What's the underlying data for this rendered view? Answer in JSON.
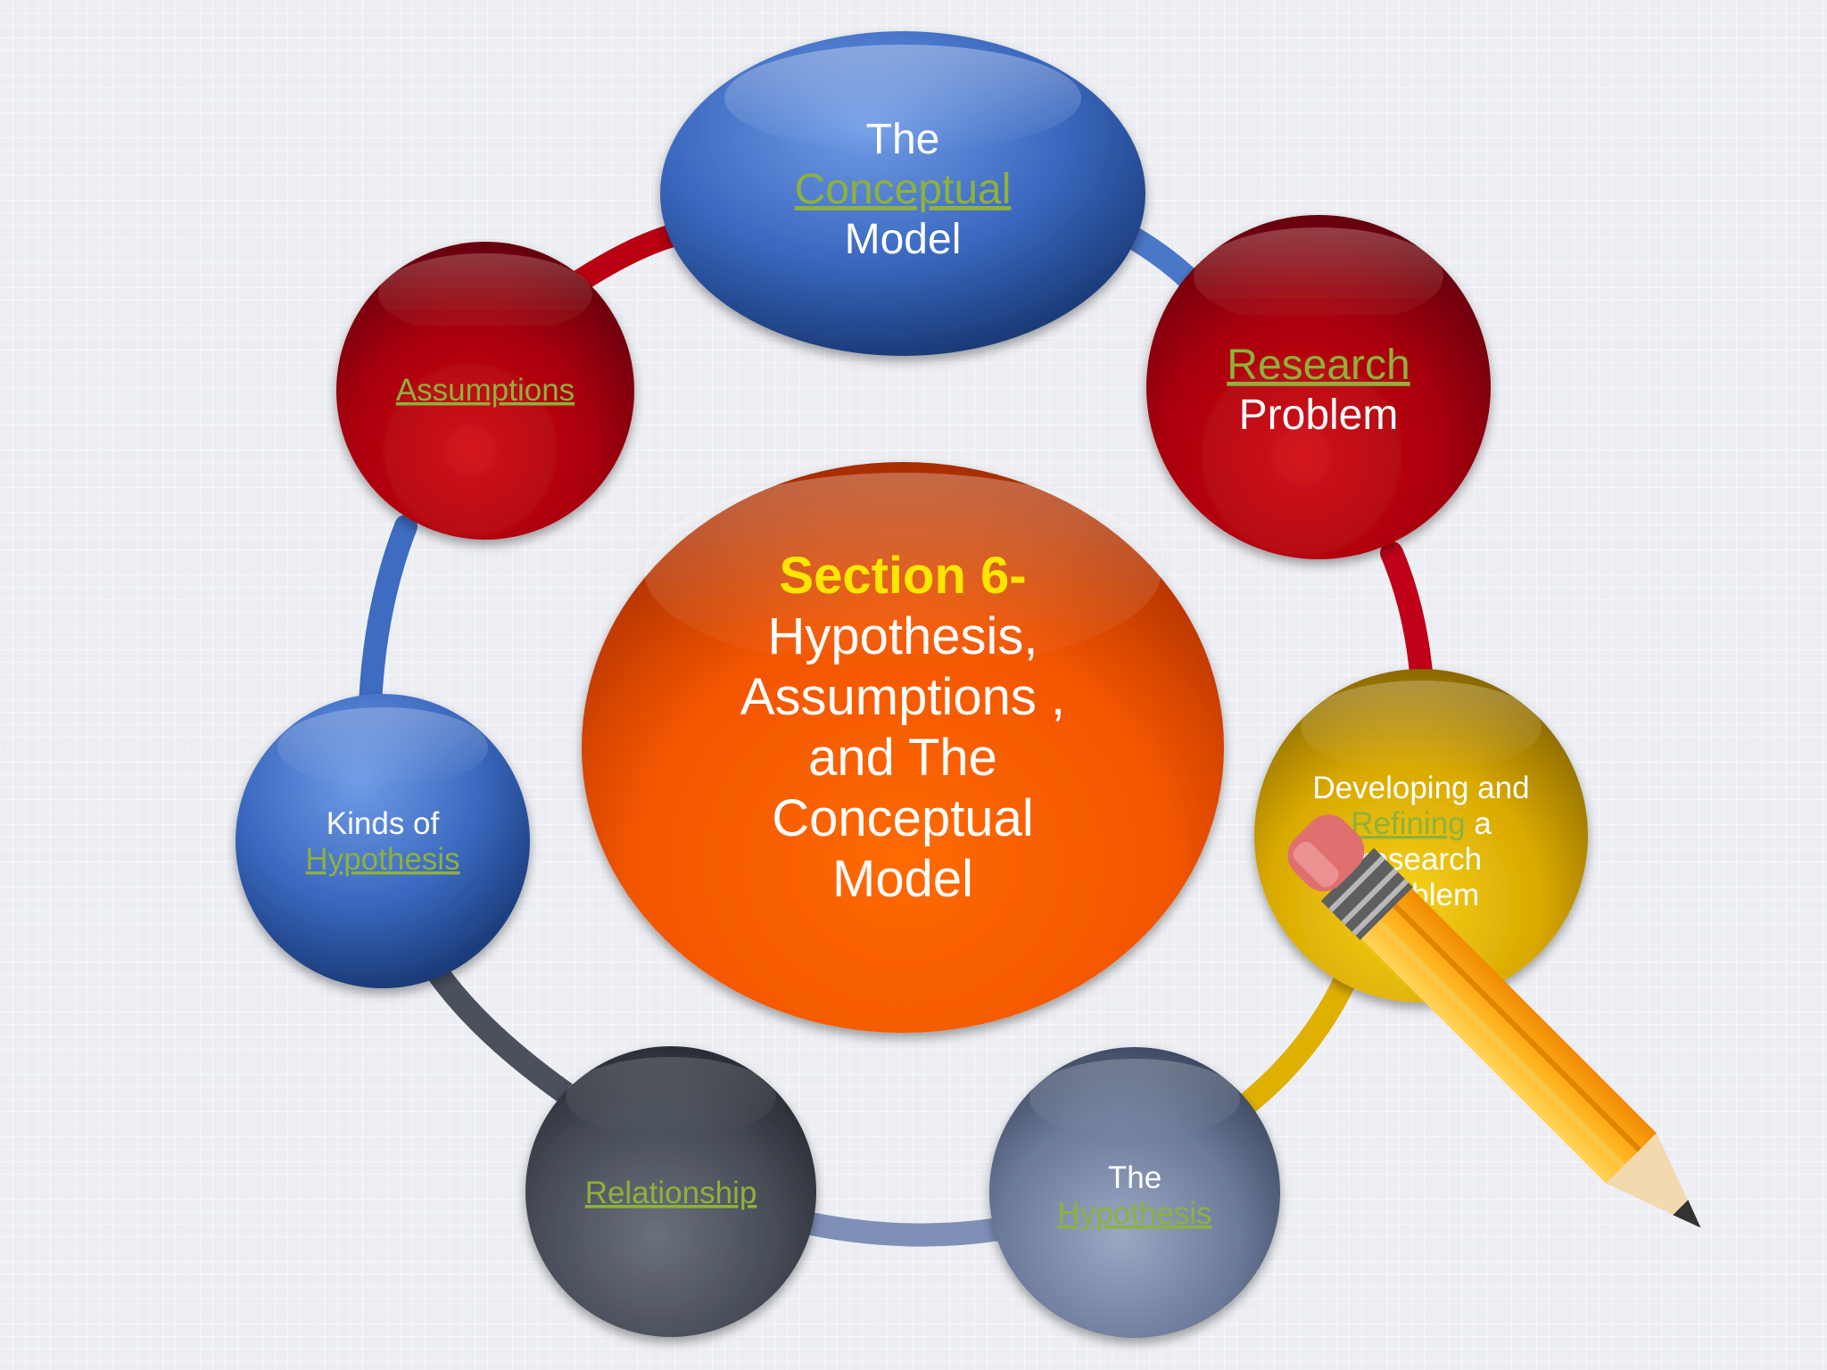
{
  "center": {
    "title": "Section 6-",
    "lines": [
      "Hypothesis,",
      "Assumptions ,",
      "and The",
      "Conceptual",
      "Model"
    ]
  },
  "nodes": {
    "conceptual_model": {
      "line1": "The",
      "link": "Conceptual",
      "line3": "Model"
    },
    "research_problem": {
      "link": "Research",
      "line2": "Problem"
    },
    "developing_refining": {
      "line1": "Developing and",
      "link": "Refining",
      "suffix": " a",
      "line3": "research",
      "line4": "Problem"
    },
    "the_hypothesis": {
      "line1": "The",
      "link": "Hypothesis"
    },
    "relationship": {
      "link": "Relationship"
    },
    "kinds_of_hypothesis": {
      "line1": "Kinds of",
      "link": "Hypothesis"
    },
    "assumptions": {
      "link": "Assumptions"
    }
  },
  "colors": {
    "blue": "#3f70c4",
    "red": "#b3000e",
    "gold": "#e2b300",
    "slate": "#6a7896",
    "charcoal": "#4c525e",
    "orange": "#ff5a00",
    "link_green": "#8fb13a",
    "title_yellow": "#ffe600"
  }
}
